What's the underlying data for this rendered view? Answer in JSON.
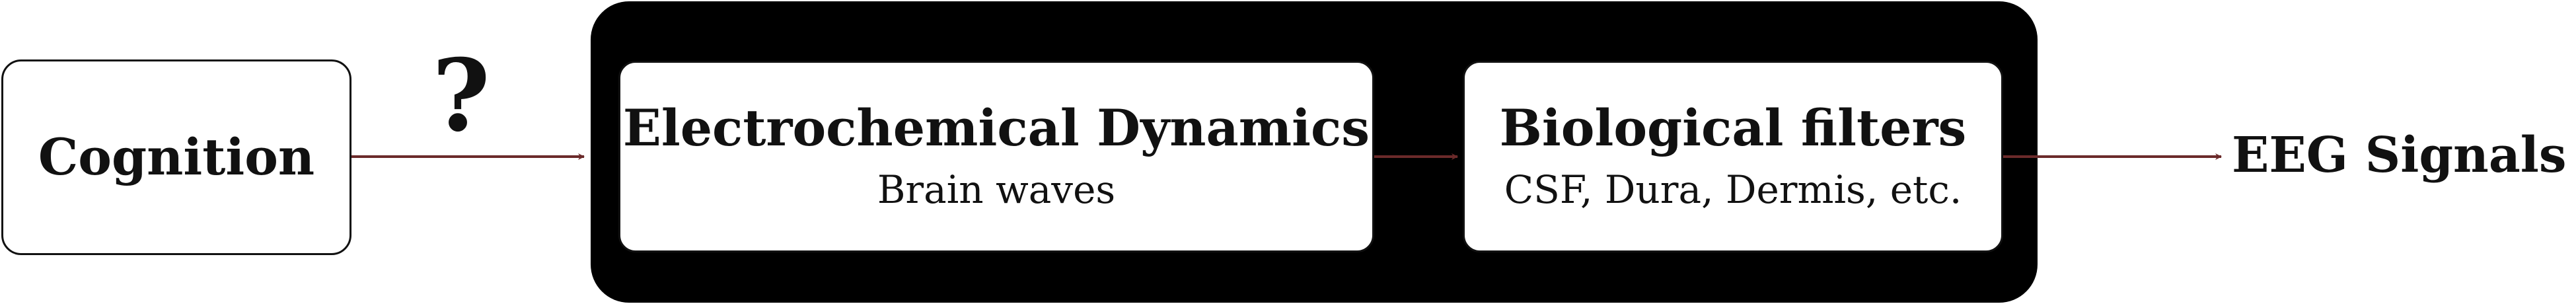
{
  "diagram": {
    "question_mark": "?",
    "nodes": {
      "cognition": {
        "label": "Cognition"
      },
      "electrochemical": {
        "label": "Electrochemical Dynamics",
        "sublabel": "Brain waves"
      },
      "biological": {
        "label": "Biological filters",
        "sublabel": "CSF, Dura, Dermis, etc."
      },
      "eeg": {
        "label": "EEG Signals"
      }
    },
    "edges": [
      {
        "from": "Cognition",
        "to": "Electrochemical Dynamics"
      },
      {
        "from": "Electrochemical Dynamics",
        "to": "Biological filters"
      },
      {
        "from": "Biological filters",
        "to": "EEG Signals"
      }
    ],
    "colors": {
      "arrow": "#6b2a2a",
      "container": "#000000",
      "box_fill": "#ffffff",
      "text": "#111111"
    }
  }
}
